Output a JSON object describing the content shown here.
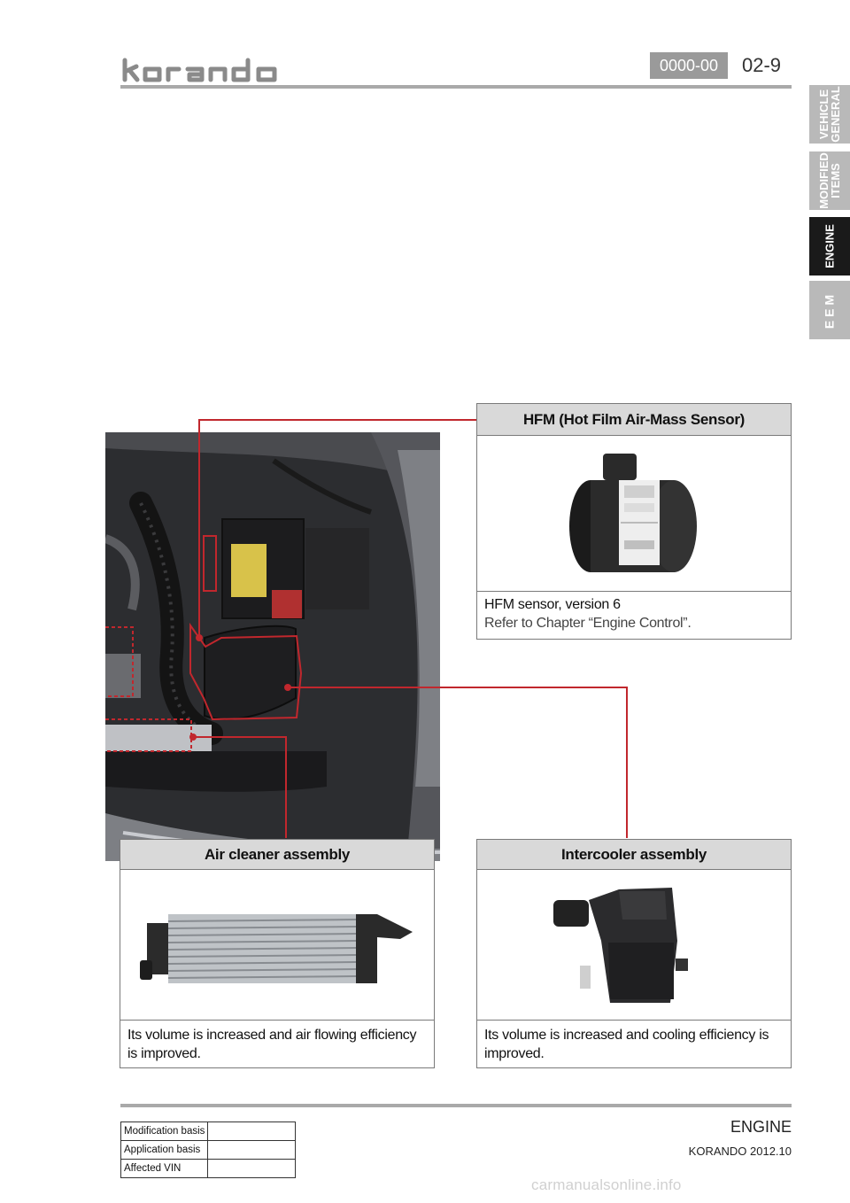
{
  "header": {
    "brand": "korando",
    "page_code": "0000-00",
    "page_number": "02-9"
  },
  "side_tabs": [
    {
      "label": "VEHICLE\nGENERAL",
      "active": false
    },
    {
      "label": "MODIFIED\nITEMS",
      "active": false
    },
    {
      "label": "ENGINE",
      "active": true
    },
    {
      "label": "EEM",
      "active": false
    }
  ],
  "boxes": {
    "hfm": {
      "title": "HFM (Hot Film Air-Mass Sensor)",
      "line1": "HFM sensor, version 6",
      "line2": "Refer to Chapter “Engine Control”."
    },
    "air_cleaner": {
      "title": "Air cleaner assembly",
      "description": "Its volume is increased and air flowing efficiency is improved."
    },
    "intercooler": {
      "title": "Intercooler assembly",
      "description": "Its volume is increased and cooling efficiency is improved."
    }
  },
  "footer": {
    "rows": [
      {
        "label": "Modification basis",
        "value": ""
      },
      {
        "label": "Application basis",
        "value": ""
      },
      {
        "label": "Affected VIN",
        "value": ""
      }
    ],
    "section": "ENGINE",
    "model": "KORANDO 2012.10",
    "watermark": "carmanualsonline.info"
  },
  "colors": {
    "accent_line": "#c1272d",
    "header_bg": "#d9d9d9",
    "tab_active": "#1a1a1a",
    "tab_inactive": "#b9b9b9"
  }
}
